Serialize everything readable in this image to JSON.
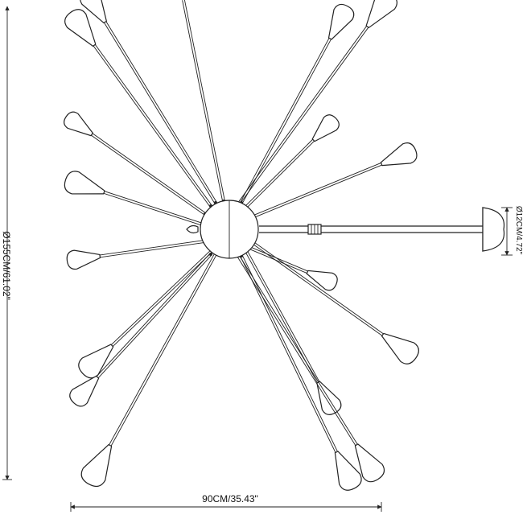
{
  "dimensions": {
    "width_label": "90CM/35.43\"",
    "height_label": "Ø155CM/61.02\"",
    "shade_label": "Ø12CM/4.72\""
  },
  "colors": {
    "stroke": "#222222",
    "background": "#ffffff"
  }
}
